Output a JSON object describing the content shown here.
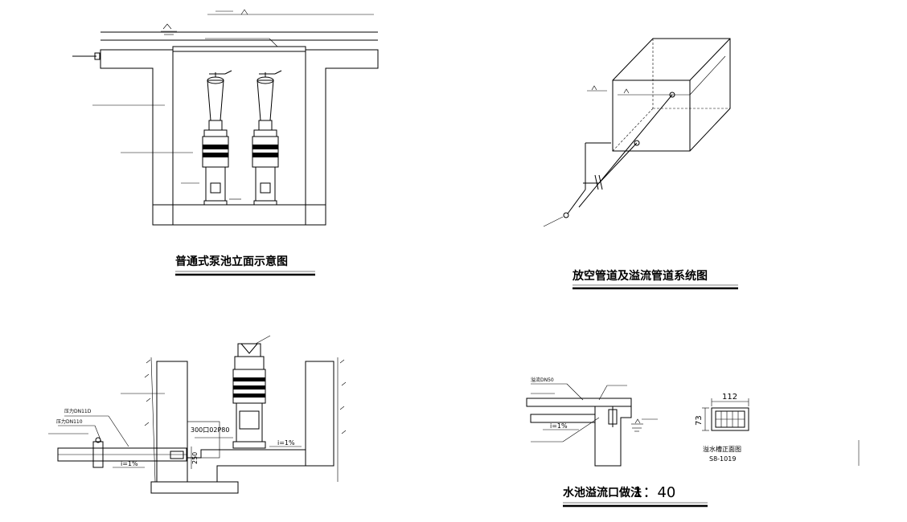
{
  "drawings": {
    "pump_pool_elevation": {
      "title": "普通式泵池立面示意图"
    },
    "drain_overflow_system": {
      "title": "放空管道及溢流管道系统图"
    },
    "pump_pit_section": {
      "labels": {
        "pipe_1": "压力DN11D",
        "pipe_2": "压力DN110",
        "dim_250": "250",
        "pipe_300": "300口02P80",
        "slope_1": "i=1%",
        "slope_2": "i=1%"
      }
    },
    "overflow_detail": {
      "title": "水池溢流口做法",
      "scale": "1：40",
      "pipe_label": "溢流DN50",
      "slope": "i=1%",
      "dim_width": "112",
      "dim_height": "73",
      "detail_title": "溢水槽正面图",
      "detail_ref": "S8-1019"
    }
  },
  "colors": {
    "line": "#000000",
    "background": "#ffffff",
    "fill_concrete": "#ffffff"
  }
}
